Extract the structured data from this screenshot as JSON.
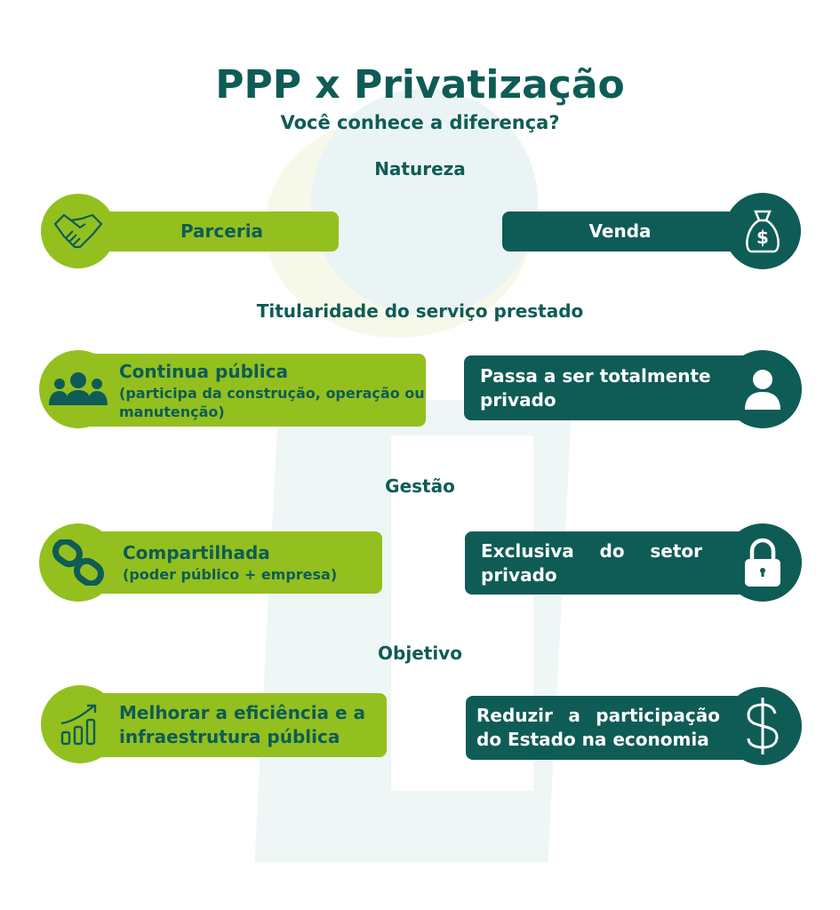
{
  "header": {
    "title": "PPP x Privatização",
    "subtitle": "Você conhece a diferença?"
  },
  "colors": {
    "green": "#93c01f",
    "teal": "#0e5c55"
  },
  "sections": [
    {
      "label": "Natureza",
      "ppp": {
        "text": "Parceria",
        "icon": "handshake-icon"
      },
      "priv": {
        "text": "Venda",
        "icon": "money-bag-icon"
      }
    },
    {
      "label": "Titularidade do serviço prestado",
      "ppp": {
        "text": "Continua pública",
        "detail": "(participa da construção, operação ou manutenção)",
        "icon": "people-group-icon"
      },
      "priv": {
        "text": "Passa a ser totalmente privado",
        "icon": "person-icon"
      }
    },
    {
      "label": "Gestão",
      "ppp": {
        "text": "Compartilhada",
        "detail": "(poder público + empresa)",
        "icon": "chain-link-icon"
      },
      "priv": {
        "text": "Exclusiva do setor privado",
        "icon": "padlock-icon"
      }
    },
    {
      "label": "Objetivo",
      "ppp": {
        "text": "Melhorar a eficiência e a infraestrutura pública",
        "icon": "growth-chart-icon"
      },
      "priv": {
        "text": "Reduzir a participação do Estado na economia",
        "icon": "dollar-sign-icon"
      }
    }
  ]
}
